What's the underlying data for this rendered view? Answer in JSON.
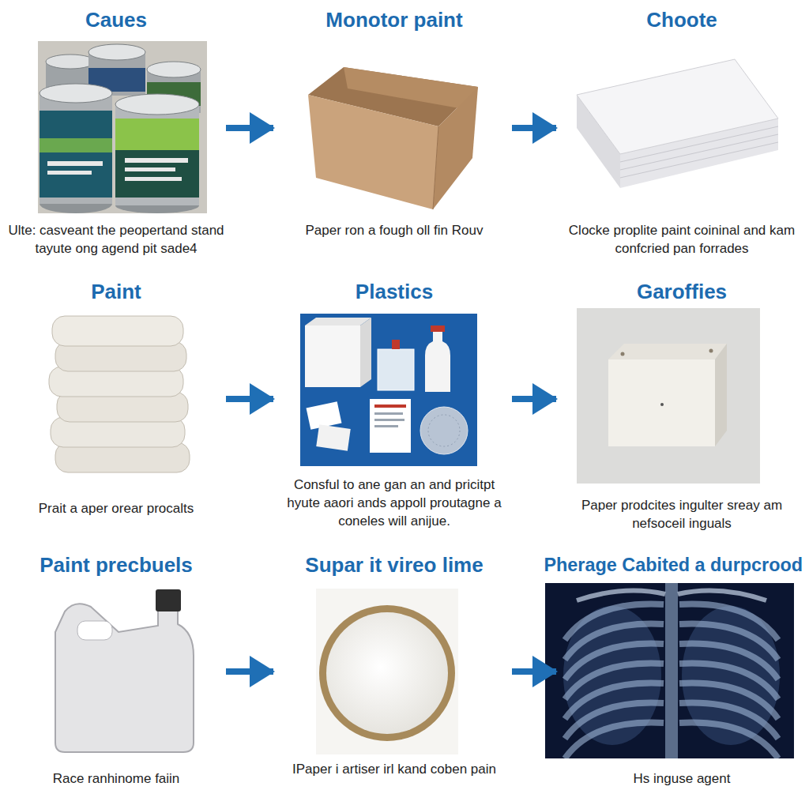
{
  "diagram": {
    "nodes": [
      {
        "text": [
          "Caues",
          "Ulte: casveant the peopertand stand tayute ong agend pit sade4"
        ]
      },
      {
        "text": [
          "Monotor paint",
          "Paper ron a fough oll fin Rouv"
        ]
      },
      {
        "text": [
          "Choote",
          "Clocke proplite paint coininal and kam confcried pan forrades"
        ]
      },
      {
        "text": [
          "Paint",
          "Prait a aper orear procalts"
        ]
      },
      {
        "text": [
          "Plastics",
          "Consful to ane gan an and pricitpt hyute aaori ands appoll proutagne a coneles will anijue."
        ]
      },
      {
        "text": [
          "Garoffies",
          "Paper prodcites ingulter sreay am nefsoceil inguals"
        ]
      },
      {
        "text": [
          "Paint precbuels",
          "Race ranhinome faiin"
        ]
      },
      {
        "text": [
          "Supar it vireo lime",
          "IPaper i artiser irl kand coben pain"
        ]
      },
      {
        "text": [
          "Pherage Cabited a durpcrood",
          "Hs inguse agent"
        ]
      }
    ],
    "edges": [
      {
        "from": 0,
        "to": 1,
        "arrow": "to"
      },
      {
        "from": 1,
        "to": 2,
        "arrow": "to"
      },
      {
        "from": 3,
        "to": 4,
        "arrow": "to"
      },
      {
        "from": 4,
        "to": 5,
        "arrow": "to"
      },
      {
        "from": 6,
        "to": 7,
        "arrow": "to"
      },
      {
        "from": 7,
        "to": 8,
        "arrow": "to"
      }
    ]
  }
}
